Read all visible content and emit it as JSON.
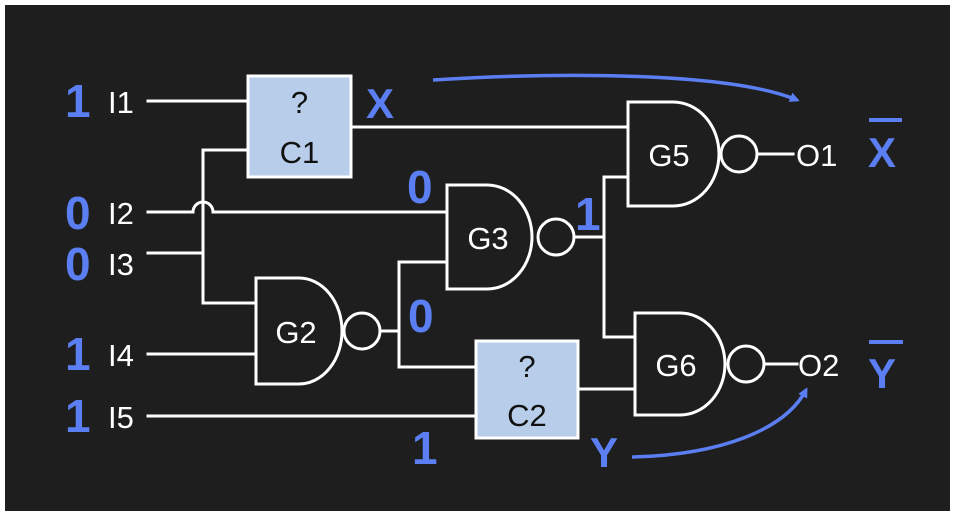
{
  "colors": {
    "background": "#1e1e1e",
    "frame": "#ffffff",
    "wire": "#ffffff",
    "accent": "#5b7ff2",
    "box_fill": "#b8cdea",
    "box_text": "#111111"
  },
  "inputs": [
    {
      "label": "I1",
      "value": "1"
    },
    {
      "label": "I2",
      "value": "0"
    },
    {
      "label": "I3",
      "value": "0"
    },
    {
      "label": "I4",
      "value": "1"
    },
    {
      "label": "I5",
      "value": "1"
    }
  ],
  "boxes": [
    {
      "top": "?",
      "bottom": "C1"
    },
    {
      "top": "?",
      "bottom": "C2"
    }
  ],
  "gates": [
    "G2",
    "G3",
    "G5",
    "G6"
  ],
  "wire_values": {
    "g3_input_top": "0",
    "g3_output": "1",
    "g2_output": "0",
    "c2_input_bottom": "1"
  },
  "signals": {
    "x": "X",
    "y": "Y"
  },
  "outputs": [
    {
      "label": "O1",
      "signal": "X"
    },
    {
      "label": "O2",
      "signal": "Y"
    }
  ]
}
